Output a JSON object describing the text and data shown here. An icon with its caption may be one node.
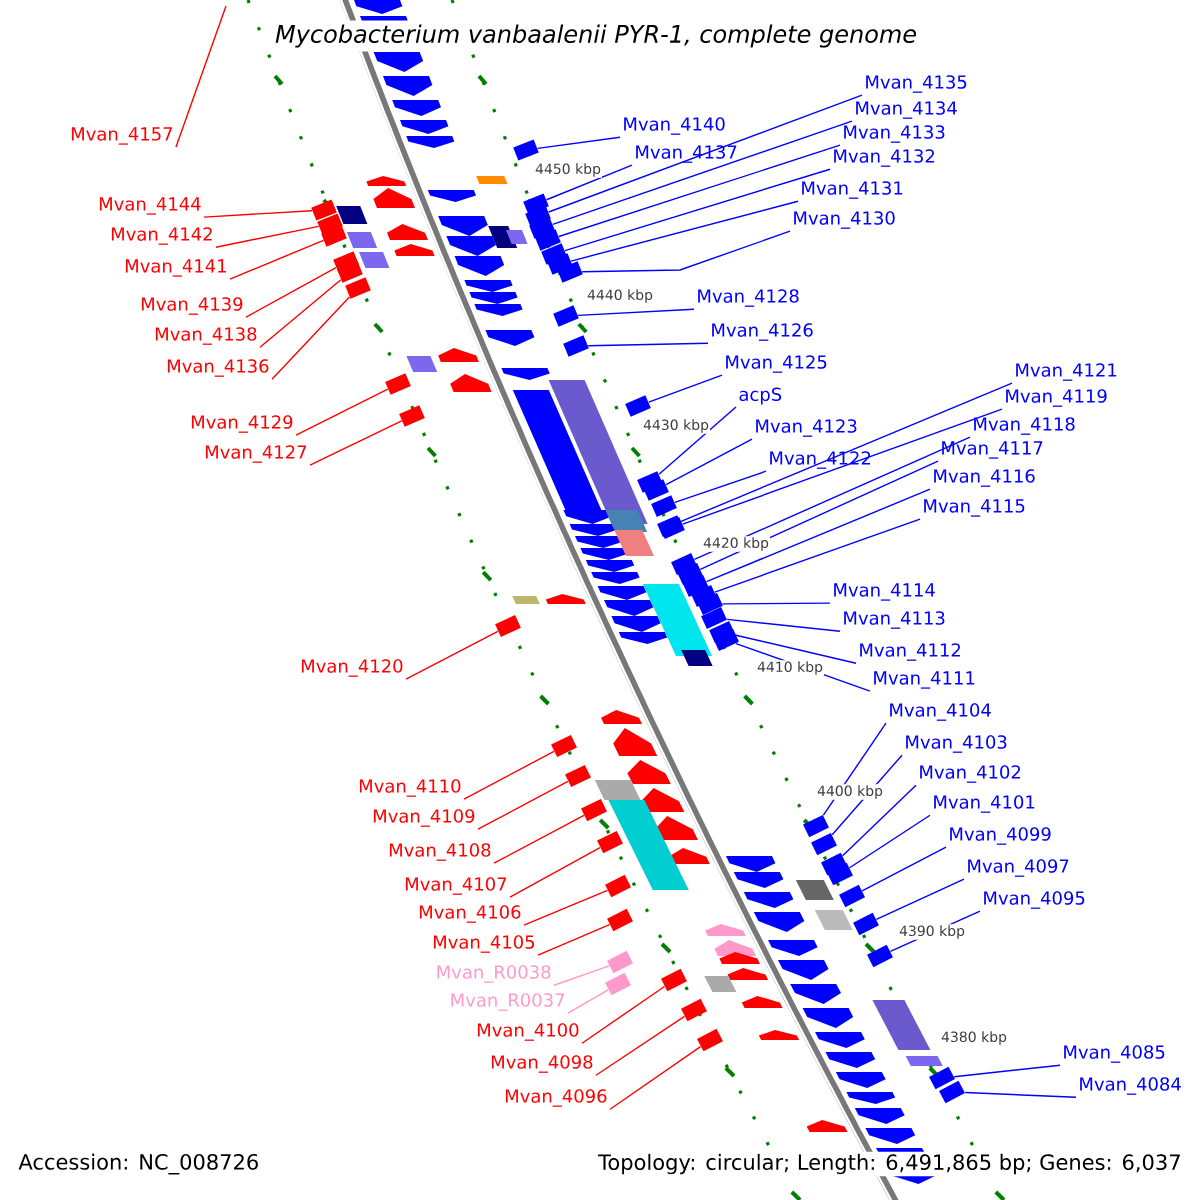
{
  "diagram": {
    "title": "Mycobacterium vanbaalenii PYR-1, complete genome",
    "nodes": [
      {
        "text": [
          "Mvan_4157"
        ]
      },
      {
        "text": [
          "Mvan_4144"
        ]
      },
      {
        "text": [
          "Mvan_4142"
        ]
      },
      {
        "text": [
          "Mvan_4141"
        ]
      },
      {
        "text": [
          "Mvan_4139"
        ]
      },
      {
        "text": [
          "Mvan_4138"
        ]
      },
      {
        "text": [
          "Mvan_4136"
        ]
      },
      {
        "text": [
          "Mvan_4129"
        ]
      },
      {
        "text": [
          "Mvan_4127"
        ]
      },
      {
        "text": [
          "Mvan_4120"
        ]
      },
      {
        "text": [
          "Mvan_4110"
        ]
      },
      {
        "text": [
          "Mvan_4109"
        ]
      },
      {
        "text": [
          "Mvan_4108"
        ]
      },
      {
        "text": [
          "Mvan_4107"
        ]
      },
      {
        "text": [
          "Mvan_4106"
        ]
      },
      {
        "text": [
          "Mvan_4105"
        ]
      },
      {
        "text": [
          "Mvan_R0038"
        ]
      },
      {
        "text": [
          "Mvan_R0037"
        ]
      },
      {
        "text": [
          "Mvan_4100"
        ]
      },
      {
        "text": [
          "Mvan_4098"
        ]
      },
      {
        "text": [
          "Mvan_4096"
        ]
      },
      {
        "text": [
          "Mvan_4140"
        ]
      },
      {
        "text": [
          "Mvan_4137"
        ]
      },
      {
        "text": [
          "Mvan_4135"
        ]
      },
      {
        "text": [
          "Mvan_4134"
        ]
      },
      {
        "text": [
          "Mvan_4133"
        ]
      },
      {
        "text": [
          "Mvan_4132"
        ]
      },
      {
        "text": [
          "Mvan_4131"
        ]
      },
      {
        "text": [
          "Mvan_4130"
        ]
      },
      {
        "text": [
          "Mvan_4128"
        ]
      },
      {
        "text": [
          "Mvan_4126"
        ]
      },
      {
        "text": [
          "Mvan_4125"
        ]
      },
      {
        "text": [
          "acpS"
        ]
      },
      {
        "text": [
          "Mvan_4123"
        ]
      },
      {
        "text": [
          "Mvan_4122"
        ]
      },
      {
        "text": [
          "Mvan_4121"
        ]
      },
      {
        "text": [
          "Mvan_4119"
        ]
      },
      {
        "text": [
          "Mvan_4118"
        ]
      },
      {
        "text": [
          "Mvan_4117"
        ]
      },
      {
        "text": [
          "Mvan_4116"
        ]
      },
      {
        "text": [
          "Mvan_4115"
        ]
      },
      {
        "text": [
          "Mvan_4114"
        ]
      },
      {
        "text": [
          "Mvan_4113"
        ]
      },
      {
        "text": [
          "Mvan_4112"
        ]
      },
      {
        "text": [
          "Mvan_4111"
        ]
      },
      {
        "text": [
          "Mvan_4104"
        ]
      },
      {
        "text": [
          "Mvan_4103"
        ]
      },
      {
        "text": [
          "Mvan_4102"
        ]
      },
      {
        "text": [
          "Mvan_4101"
        ]
      },
      {
        "text": [
          "Mvan_4099"
        ]
      },
      {
        "text": [
          "Mvan_4097"
        ]
      },
      {
        "text": [
          "Mvan_4095"
        ]
      },
      {
        "text": [
          "Mvan_4085"
        ]
      },
      {
        "text": [
          "Mvan_4084"
        ]
      },
      {
        "text": [],
        "shape": "box"
      },
      {
        "text": [],
        "shape": "box"
      },
      {
        "text": [],
        "shape": "box"
      },
      {
        "text": [],
        "shape": "box"
      },
      {
        "text": [],
        "shape": "box"
      },
      {
        "text": [],
        "shape": "box"
      },
      {
        "text": [],
        "shape": "box"
      },
      {
        "text": [],
        "shape": "box"
      },
      {
        "text": [],
        "shape": "box"
      },
      {
        "text": [],
        "shape": "box"
      },
      {
        "text": [],
        "shape": "box"
      },
      {
        "text": [],
        "shape": "box"
      },
      {
        "text": [],
        "shape": "box"
      },
      {
        "text": [],
        "shape": "box"
      },
      {
        "text": [],
        "shape": "box"
      },
      {
        "text": [],
        "shape": "box"
      },
      {
        "text": [],
        "shape": "box"
      },
      {
        "text": [],
        "shape": "box"
      },
      {
        "text": [],
        "shape": "box"
      },
      {
        "text": [],
        "shape": "box"
      },
      {
        "text": [],
        "shape": "box"
      },
      {
        "text": [],
        "shape": "box"
      },
      {
        "text": [],
        "shape": "box"
      },
      {
        "text": [],
        "shape": "box"
      },
      {
        "text": [],
        "shape": "box"
      },
      {
        "text": [],
        "shape": "box"
      },
      {
        "text": [],
        "shape": "box"
      },
      {
        "text": [],
        "shape": "box"
      },
      {
        "text": [],
        "shape": "box"
      },
      {
        "text": [],
        "shape": "box"
      },
      {
        "text": [],
        "shape": "box"
      },
      {
        "text": [],
        "shape": "box"
      },
      {
        "text": [],
        "shape": "box"
      },
      {
        "text": [],
        "shape": "box"
      },
      {
        "text": [],
        "shape": "box"
      },
      {
        "text": [],
        "shape": "box"
      },
      {
        "text": [],
        "shape": "box"
      },
      {
        "text": [],
        "shape": "box"
      },
      {
        "text": [],
        "shape": "box"
      },
      {
        "text": [],
        "shape": "box"
      },
      {
        "text": [],
        "shape": "box"
      },
      {
        "text": [],
        "shape": "box"
      },
      {
        "text": [],
        "shape": "box"
      },
      {
        "text": [],
        "shape": "box"
      },
      {
        "text": [],
        "shape": "box"
      },
      {
        "text": [],
        "shape": "box"
      },
      {
        "text": [],
        "shape": "box"
      },
      {
        "text": [],
        "shape": "box"
      },
      {
        "text": [],
        "shape": "box"
      },
      {
        "text": [],
        "shape": "box"
      },
      {
        "text": [],
        "shape": "box"
      },
      {
        "text": [],
        "shape": "box"
      },
      {
        "text": [],
        "shape": "box"
      }
    ],
    "edges": [
      {
        "from": 0,
        "to": null,
        "arrow": "none",
        "color": "#ff0000"
      },
      {
        "from": 1,
        "to": 54,
        "arrow": "none",
        "color": "#ff0000"
      },
      {
        "from": 2,
        "to": 55,
        "arrow": "none",
        "color": "#ff0000"
      },
      {
        "from": 3,
        "to": 56,
        "arrow": "none",
        "color": "#ff0000"
      },
      {
        "from": 4,
        "to": 57,
        "arrow": "none",
        "color": "#ff0000"
      },
      {
        "from": 5,
        "to": 58,
        "arrow": "none",
        "color": "#ff0000"
      },
      {
        "from": 6,
        "to": 59,
        "arrow": "none",
        "color": "#ff0000"
      },
      {
        "from": 7,
        "to": 60,
        "arrow": "none",
        "color": "#ff0000"
      },
      {
        "from": 8,
        "to": 61,
        "arrow": "none",
        "color": "#ff0000"
      },
      {
        "from": 9,
        "to": 62,
        "arrow": "none",
        "color": "#ff0000"
      },
      {
        "from": 10,
        "to": 63,
        "arrow": "none",
        "color": "#ff0000"
      },
      {
        "from": 11,
        "to": 64,
        "arrow": "none",
        "color": "#ff0000"
      },
      {
        "from": 12,
        "to": 65,
        "arrow": "none",
        "color": "#ff0000"
      },
      {
        "from": 13,
        "to": 66,
        "arrow": "none",
        "color": "#ff0000"
      },
      {
        "from": 14,
        "to": 67,
        "arrow": "none",
        "color": "#ff0000"
      },
      {
        "from": 15,
        "to": 68,
        "arrow": "none",
        "color": "#ff0000"
      },
      {
        "from": 16,
        "to": 69,
        "arrow": "none",
        "color": "#ff99cc"
      },
      {
        "from": 17,
        "to": 70,
        "arrow": "none",
        "color": "#ff99cc"
      },
      {
        "from": 18,
        "to": 71,
        "arrow": "none",
        "color": "#ff0000"
      },
      {
        "from": 19,
        "to": 72,
        "arrow": "none",
        "color": "#ff0000"
      },
      {
        "from": 20,
        "to": 73,
        "arrow": "none",
        "color": "#ff0000"
      },
      {
        "from": 21,
        "to": 74,
        "arrow": "none"
      },
      {
        "from": 22,
        "to": 75,
        "arrow": "none"
      },
      {
        "from": 23,
        "to": 76,
        "arrow": "none"
      },
      {
        "from": 24,
        "to": 77,
        "arrow": "none"
      },
      {
        "from": 25,
        "to": 78,
        "arrow": "none"
      },
      {
        "from": 26,
        "to": 79,
        "arrow": "none"
      },
      {
        "from": 27,
        "to": 80,
        "arrow": "none"
      },
      {
        "from": 28,
        "to": 81,
        "arrow": "none"
      },
      {
        "from": 29,
        "to": 82,
        "arrow": "none"
      },
      {
        "from": 30,
        "to": 83,
        "arrow": "none"
      },
      {
        "from": 31,
        "to": 84,
        "arrow": "none"
      },
      {
        "from": 32,
        "to": 85,
        "arrow": "none"
      },
      {
        "from": 33,
        "to": 86,
        "arrow": "none"
      },
      {
        "from": 34,
        "to": 87,
        "arrow": "none"
      },
      {
        "from": 35,
        "to": 88,
        "arrow": "none"
      },
      {
        "from": 36,
        "to": 89,
        "arrow": "none"
      },
      {
        "from": 37,
        "to": 90,
        "arrow": "none"
      },
      {
        "from": 38,
        "to": 91,
        "arrow": "none"
      },
      {
        "from": 39,
        "to": 92,
        "arrow": "none"
      },
      {
        "from": 40,
        "to": 93,
        "arrow": "none"
      },
      {
        "from": 41,
        "to": 94,
        "arrow": "none"
      },
      {
        "from": 42,
        "to": 95,
        "arrow": "none"
      },
      {
        "from": 43,
        "to": 96,
        "arrow": "none"
      },
      {
        "from": 44,
        "to": 97,
        "arrow": "none"
      },
      {
        "from": 45,
        "to": 98,
        "arrow": "none"
      },
      {
        "from": 46,
        "to": 99,
        "arrow": "none"
      },
      {
        "from": 47,
        "to": 100,
        "arrow": "none"
      },
      {
        "from": 48,
        "to": 101,
        "arrow": "none"
      },
      {
        "from": 49,
        "to": 102,
        "arrow": "none"
      },
      {
        "from": 50,
        "to": 103,
        "arrow": "none"
      },
      {
        "from": 51,
        "to": 104,
        "arrow": "none"
      },
      {
        "from": 52,
        "to": 105,
        "arrow": "none"
      },
      {
        "from": 53,
        "to": 106,
        "arrow": "none"
      }
    ],
    "labels": [
      "4450 kbp",
      "4440 kbp",
      "4430 kbp",
      "4420 kbp",
      "4410 kbp",
      "4400 kbp",
      "4390 kbp",
      "4380 kbp",
      "Accession: NC_008726",
      "Topology: circular; Length: 6,491,865 bp; Genes: 6,037"
    ]
  }
}
